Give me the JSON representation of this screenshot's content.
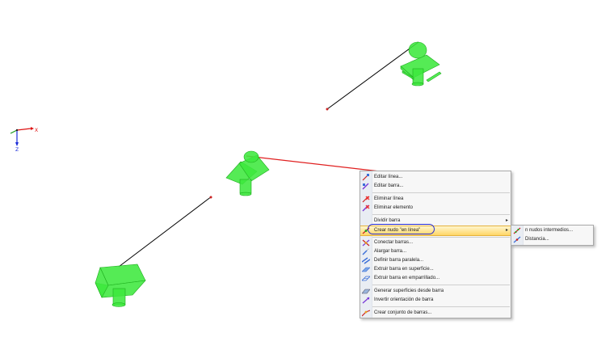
{
  "axes": {
    "x_label": "X",
    "z_label": "Z"
  },
  "colors": {
    "support_green": "#33ee33",
    "selected_member": "#e02020",
    "member": "#000000",
    "highlight_oval": "#2b2fd1",
    "menu_highlight": "#ffd565"
  },
  "context_menu": {
    "items": [
      {
        "label": "Editar línea...",
        "icon": "edit-line-icon"
      },
      {
        "label": "Editar barra...",
        "icon": "edit-member-icon"
      },
      {
        "label": "Eliminar línea",
        "icon": "delete-line-icon"
      },
      {
        "label": "Eliminar elemento",
        "icon": "delete-element-icon"
      },
      {
        "label": "Dividir barra",
        "icon": "",
        "has_submenu": true
      },
      {
        "label": "Crear nudo \"en línea\"",
        "icon": "create-node-icon",
        "has_submenu": true,
        "highlighted": true
      },
      {
        "label": "Conectar barras...",
        "icon": "connect-members-icon"
      },
      {
        "label": "Alargar barra...",
        "icon": "extend-member-icon"
      },
      {
        "label": "Definir barra paralela...",
        "icon": "parallel-member-icon"
      },
      {
        "label": "Extruir barra en superficie...",
        "icon": "extrude-surface-icon"
      },
      {
        "label": "Extruir barra en emparrillado...",
        "icon": "extrude-grid-icon"
      },
      {
        "label": "Generar superficies desde barra",
        "icon": "generate-surfaces-icon"
      },
      {
        "label": "Invertir orientación de barra",
        "icon": "invert-orientation-icon"
      },
      {
        "label": "Crear conjunto de barras...",
        "icon": "member-set-icon"
      }
    ]
  },
  "submenu": {
    "items": [
      {
        "label": "n nudos intermedios...",
        "icon": "intermediate-nodes-icon"
      },
      {
        "label": "Distancia...",
        "icon": "distance-icon"
      }
    ]
  }
}
